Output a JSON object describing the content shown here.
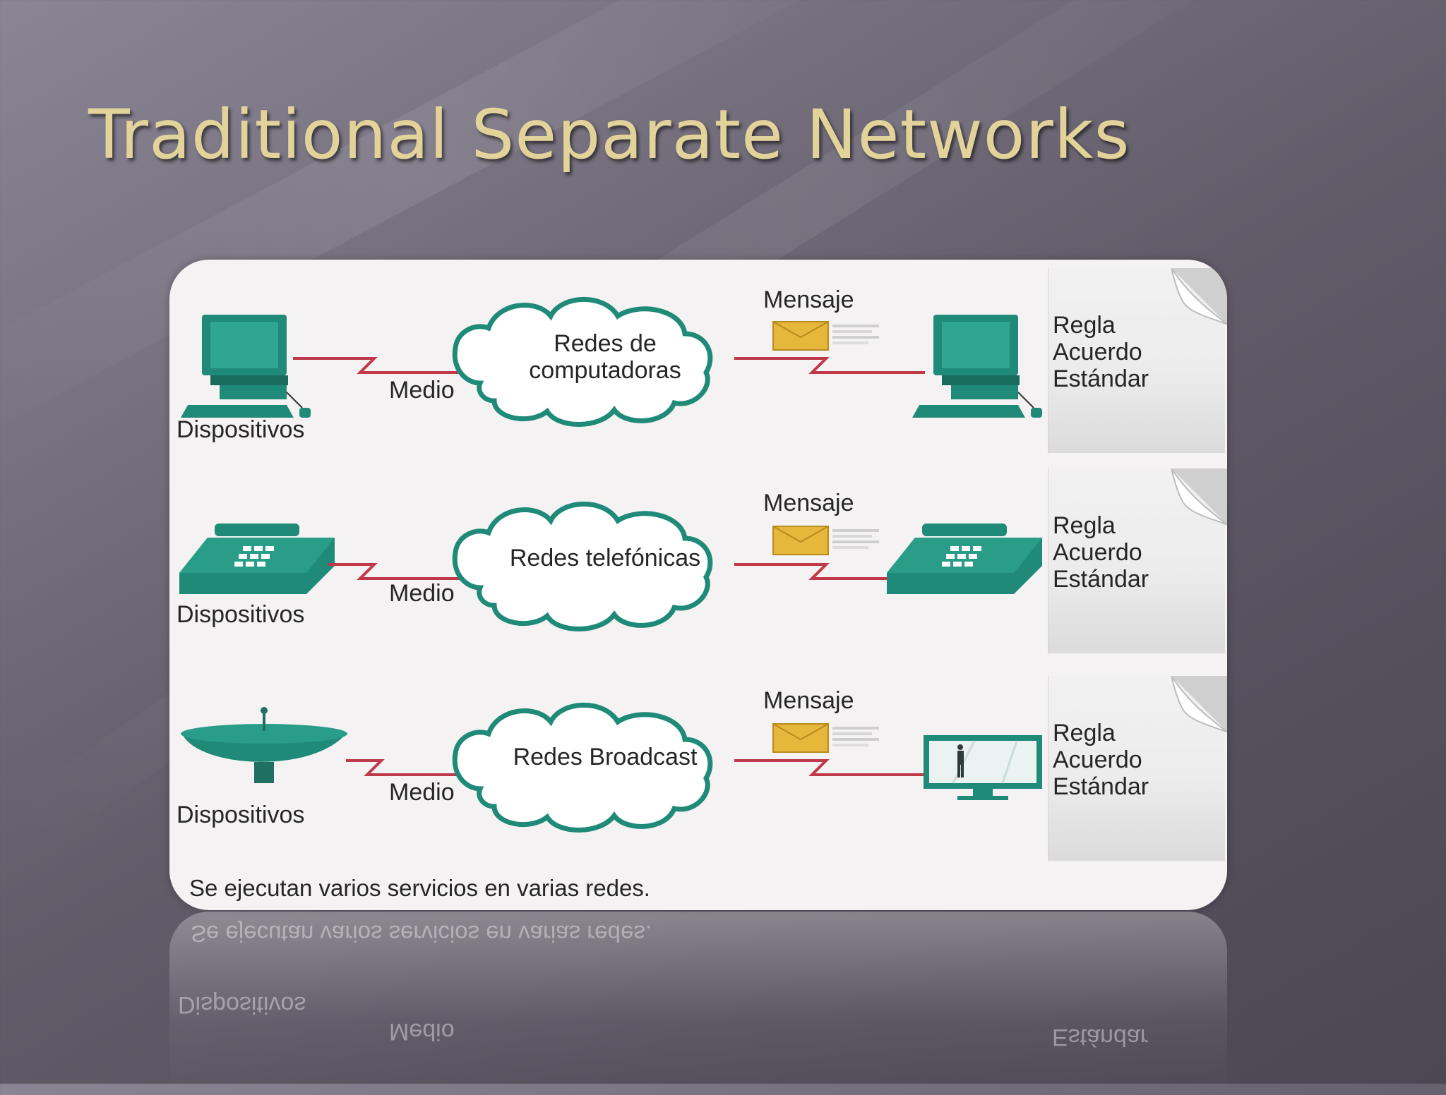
{
  "slide": {
    "title": "Traditional Separate Networks"
  },
  "diagram": {
    "rows": [
      {
        "devices_label": "Dispositivos",
        "medium_label": "Medio",
        "message_label": "Mensaje",
        "cloud_line1": "Redes de",
        "cloud_line2": "computadoras",
        "rule_1": "Regla",
        "rule_2": "Acuerdo",
        "rule_3": "Estándar"
      },
      {
        "devices_label": "Dispositivos",
        "medium_label": "Medio",
        "message_label": "Mensaje",
        "cloud_line1": "Redes telefónicas",
        "cloud_line2": "",
        "rule_1": "Regla",
        "rule_2": "Acuerdo",
        "rule_3": "Estándar"
      },
      {
        "devices_label": "Dispositivos",
        "medium_label": "Medio",
        "message_label": "Mensaje",
        "cloud_line1": "Redes Broadcast",
        "cloud_line2": "",
        "rule_1": "Regla",
        "rule_2": "Acuerdo",
        "rule_3": "Estándar"
      }
    ],
    "caption": "Se ejecutan varios servicios en varias redes."
  },
  "colors": {
    "title": "#e2d39a",
    "teal": "#1f8a78",
    "link": "#c0394a",
    "envelope": "#e5b73a"
  }
}
